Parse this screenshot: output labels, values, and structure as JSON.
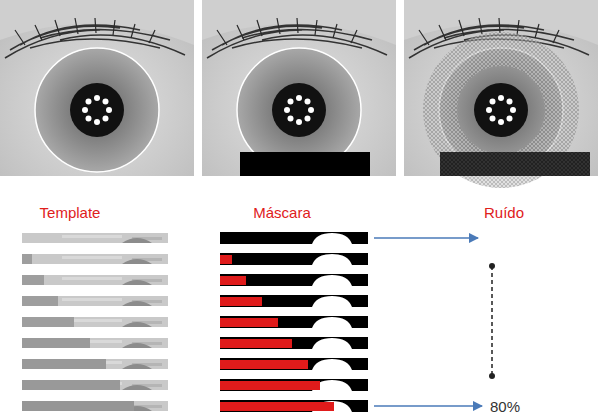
{
  "diagram": {
    "labels": [
      "Template",
      "Máscara",
      "Ruído",
      "80%"
    ]
  }
}
